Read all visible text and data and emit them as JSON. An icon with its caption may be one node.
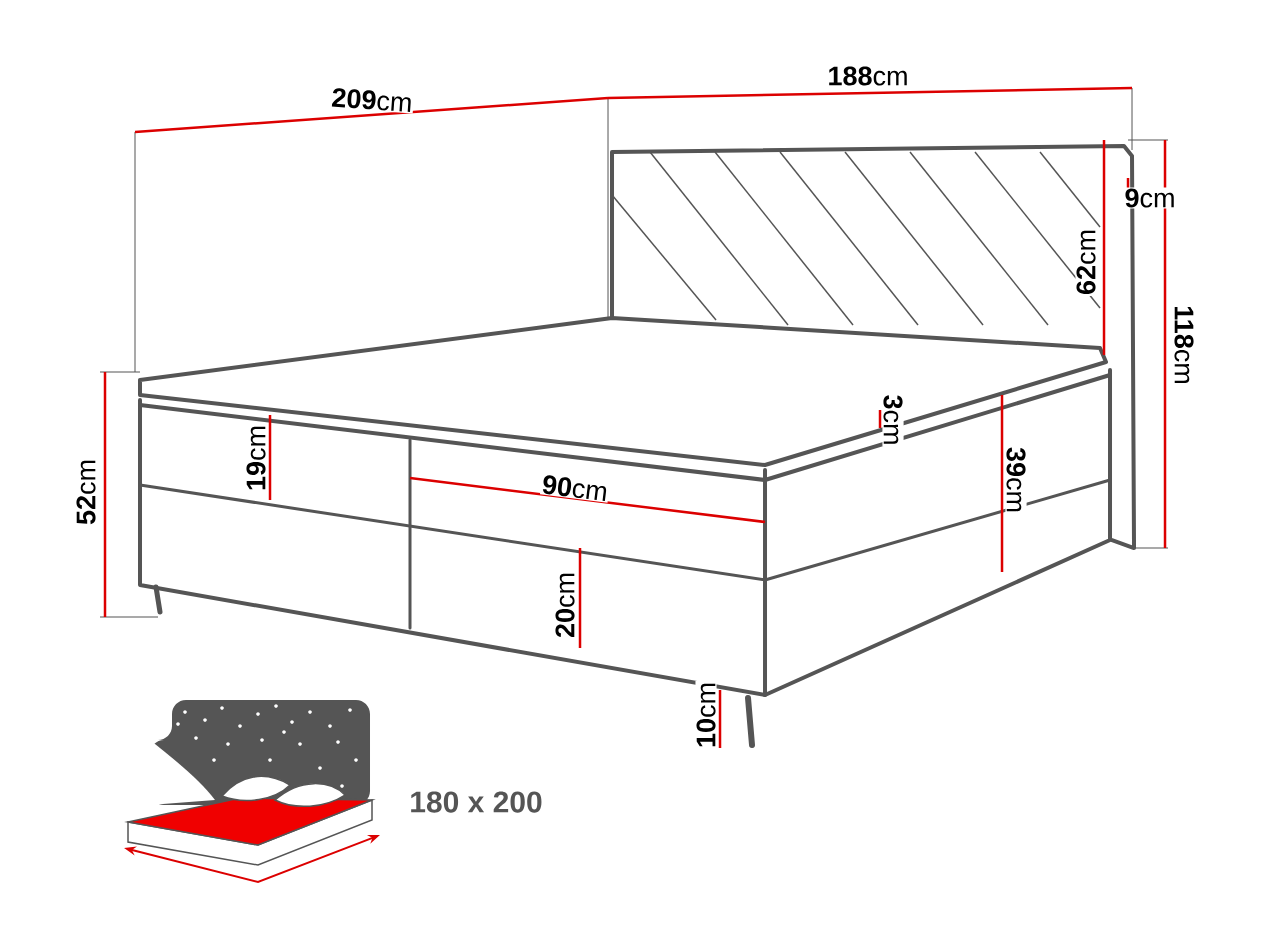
{
  "diagram": {
    "labels": [
      "**209**cm",
      "**188**cm",
      "**9**cm",
      "**62**cm",
      "**118**cm",
      "**52**cm",
      "**19**cm",
      "**3**cm",
      "**90**cm",
      "**39**cm",
      "**20**cm",
      "**10**cm",
      "180 x 200"
    ]
  }
}
